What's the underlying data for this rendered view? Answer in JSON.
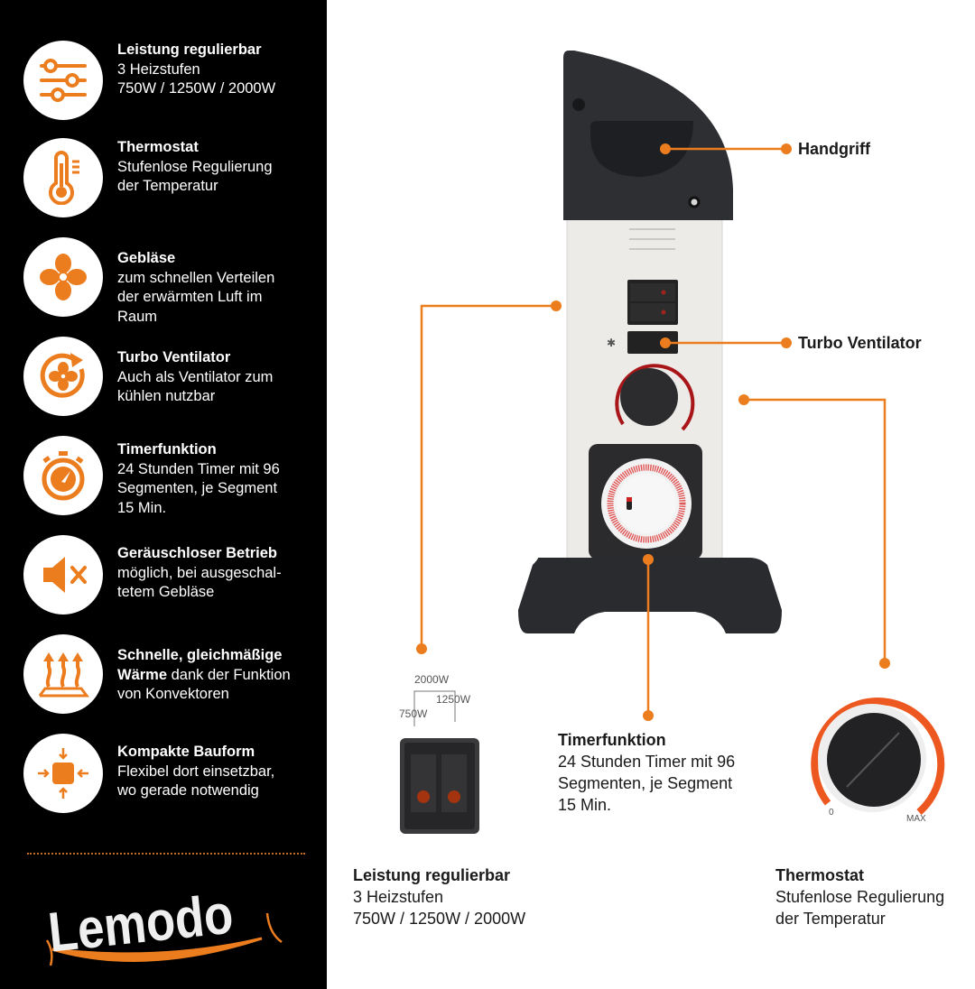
{
  "accent_color": "#ec7d1f",
  "features": [
    {
      "icon": "sliders-icon",
      "title": "Leistung regulierbar",
      "lines": [
        "3 Heizstufen",
        "750W / 1250W / 2000W"
      ]
    },
    {
      "icon": "thermometer-icon",
      "title": "Thermostat",
      "lines": [
        "Stufenlose Regulierung",
        "der Temperatur"
      ]
    },
    {
      "icon": "fan-icon",
      "title": "Gebläse",
      "lines": [
        "zum schnellen Verteilen",
        "der erwärmten Luft im",
        "Raum"
      ]
    },
    {
      "icon": "fan-rotate-icon",
      "title": "Turbo Ventilator",
      "lines": [
        "Auch als Ventilator zum",
        "kühlen nutzbar"
      ]
    },
    {
      "icon": "stopwatch-icon",
      "title": "Timerfunktion",
      "lines": [
        "24 Stunden Timer mit 96",
        "Segmenten, je Segment",
        "15 Min."
      ]
    },
    {
      "icon": "speaker-mute-icon",
      "title": "Geräuschloser Betrieb",
      "lines": [
        "möglich, bei ausgeschal-",
        "tetem Gebläse"
      ]
    },
    {
      "icon": "heat-waves-icon",
      "title": "Schnelle, gleichmäßige",
      "title2": "Wärme",
      "lines_after_title2": " dank der Funktion",
      "lines": [
        "von Konvektoren"
      ]
    },
    {
      "icon": "compress-icon",
      "title": "Kompakte Bauform",
      "lines": [
        "Flexibel dort einsetzbar,",
        "wo gerade notwendig"
      ]
    }
  ],
  "brand": {
    "logo_text": "Lemodo"
  },
  "product": {
    "callouts": {
      "handle": "Handgriff",
      "turbo": "Turbo Ventilator"
    },
    "switch_labels": {
      "top": "2000W",
      "right": "1250W",
      "left": "750W"
    },
    "dial_labels": {
      "min": "0",
      "max": "MAX"
    },
    "blocks": {
      "timer": {
        "title": "Timerfunktion",
        "lines": [
          "24 Stunden Timer mit 96",
          "Segmenten, je Segment",
          "15 Min."
        ]
      },
      "power": {
        "title": "Leistung regulierbar",
        "lines": [
          "3 Heizstufen",
          "750W / 1250W / 2000W"
        ]
      },
      "thermostat": {
        "title": "Thermostat",
        "lines": [
          "Stufenlose Regulierung",
          "der Temperatur"
        ]
      }
    }
  }
}
